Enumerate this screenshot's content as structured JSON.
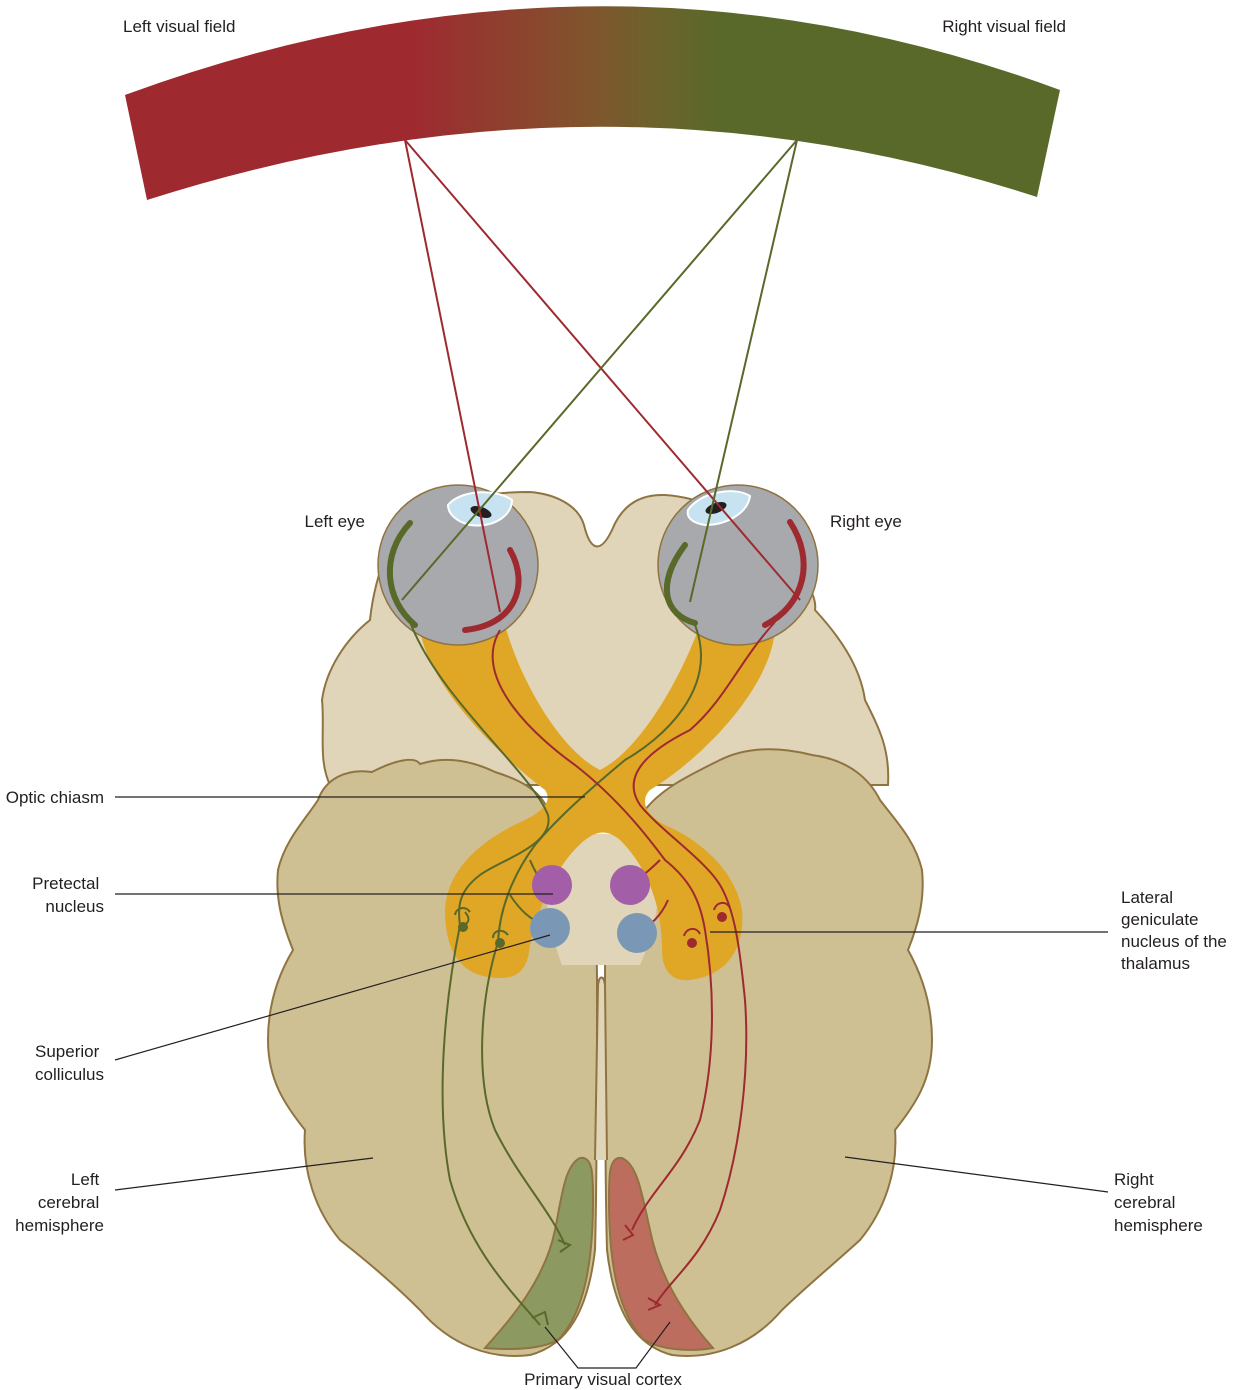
{
  "labels": {
    "left_visual_field": "Left visual field",
    "right_visual_field": "Right visual field",
    "left_eye": "Left eye",
    "right_eye": "Right eye",
    "optic_chiasm": "Optic chiasm",
    "pretectal_nucleus": [
      "Pretectal",
      "nucleus"
    ],
    "lateral_geniculate": [
      "Lateral",
      "geniculate",
      "nucleus of the",
      "thalamus"
    ],
    "superior_colliculus": [
      "Superior",
      "colliculus"
    ],
    "left_hemisphere": [
      "Left",
      "cerebral",
      "hemisphere"
    ],
    "right_hemisphere": [
      "Right",
      "cerebral",
      "hemisphere"
    ],
    "primary_visual_cortex": "Primary visual cortex"
  },
  "colors": {
    "left_field": "#9e2a30",
    "right_field": "#58692a",
    "brain_light": "#e0d5b9",
    "brain_dark": "#cfc093",
    "brain_outline": "#8f7441",
    "optic_tract": "#e0a626",
    "eye_gray": "#a8a9ad",
    "pretectal": "#a25ea6",
    "colliculus": "#7a98b5",
    "cortex_left": "#8c9a62",
    "cortex_right": "#bd6d5e"
  }
}
